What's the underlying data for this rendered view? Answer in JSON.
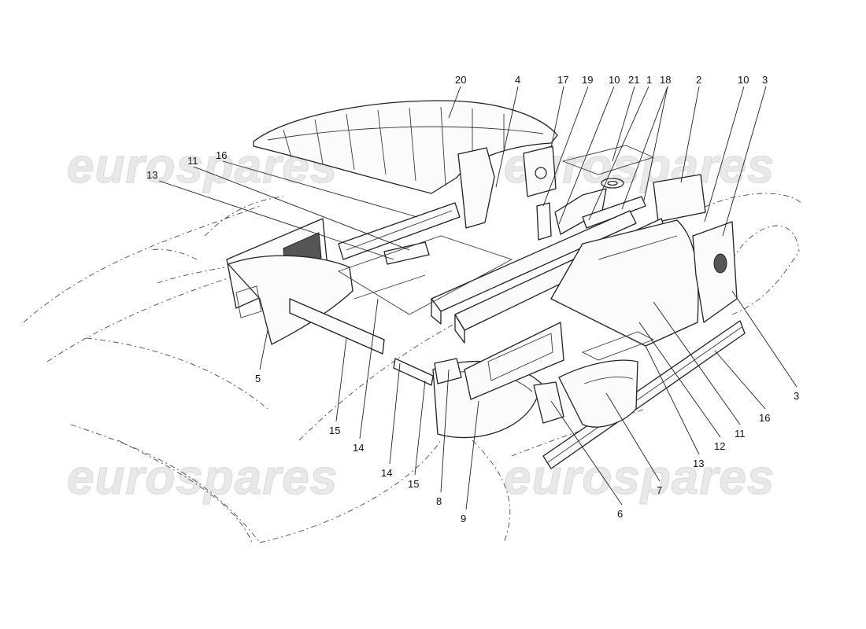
{
  "watermarks": [
    "eurospares",
    "eurospares",
    "eurospares",
    "eurospares"
  ],
  "callouts": {
    "c20": "20",
    "c4": "4",
    "c17": "17",
    "c19": "19",
    "c10a": "10",
    "c21": "21",
    "c1": "1",
    "c18": "18",
    "c2": "2",
    "c10b": "10",
    "c3a": "3",
    "c16a": "16",
    "c11a": "11",
    "c13a": "13",
    "c5": "5",
    "c15a": "15",
    "c14a": "14",
    "c14b": "14",
    "c15b": "15",
    "c8": "8",
    "c9": "9",
    "c6": "6",
    "c7": "7",
    "c13b": "13",
    "c12": "12",
    "c11b": "11",
    "c16b": "16",
    "c3b": "3"
  }
}
